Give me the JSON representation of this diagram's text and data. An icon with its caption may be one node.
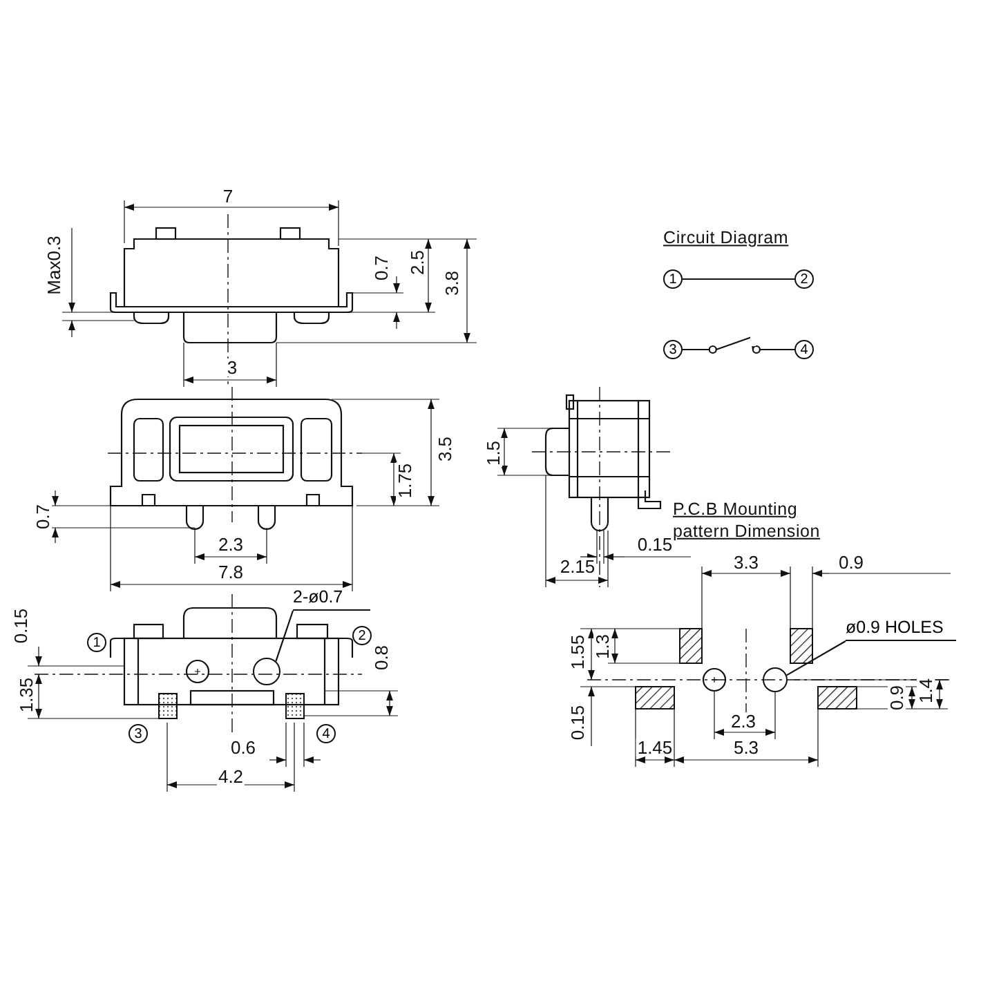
{
  "diagram": {
    "nodes": [
      {
        "text": [
          "1"
        ]
      },
      {
        "text": [
          "2"
        ]
      },
      {
        "text": [
          "3"
        ]
      },
      {
        "text": [
          "4"
        ]
      },
      {
        "text": [
          "2-ø0.7"
        ]
      },
      {
        "text": [],
        "shape": "circle"
      },
      {
        "text": [
          "ø0.9 HOLES"
        ]
      },
      {
        "text": [],
        "shape": "circle"
      },
      {
        "text": [
          "1"
        ]
      },
      {
        "text": [
          "2"
        ]
      },
      {
        "text": [
          "3"
        ]
      },
      {
        "text": [
          "4"
        ]
      }
    ],
    "edges": [
      {
        "from": 0,
        "to": 1,
        "arrow": "none"
      },
      {
        "from": 2,
        "to": 3,
        "arrow": "none"
      },
      {
        "from": 4,
        "to": 5,
        "arrow": "none"
      },
      {
        "from": 6,
        "to": 7,
        "arrow": "none"
      }
    ],
    "labels": [
      "7",
      "Max0.3",
      "2.5",
      "3.8",
      "0.7",
      "3",
      "Circuit Diagram",
      "3.5",
      "1.75",
      "0.7",
      "1.5",
      "P.C.B Mounting pattern Dimension",
      "2.3",
      "0.15",
      "7.8",
      "2.15",
      "3.3",
      "0.9",
      "0.15",
      "0.8",
      "1.55",
      "1.3",
      "1.35",
      "0.9",
      "1.4",
      "0.15",
      "2.3",
      "0.6",
      "1.45",
      "5.3",
      "4.2"
    ]
  }
}
